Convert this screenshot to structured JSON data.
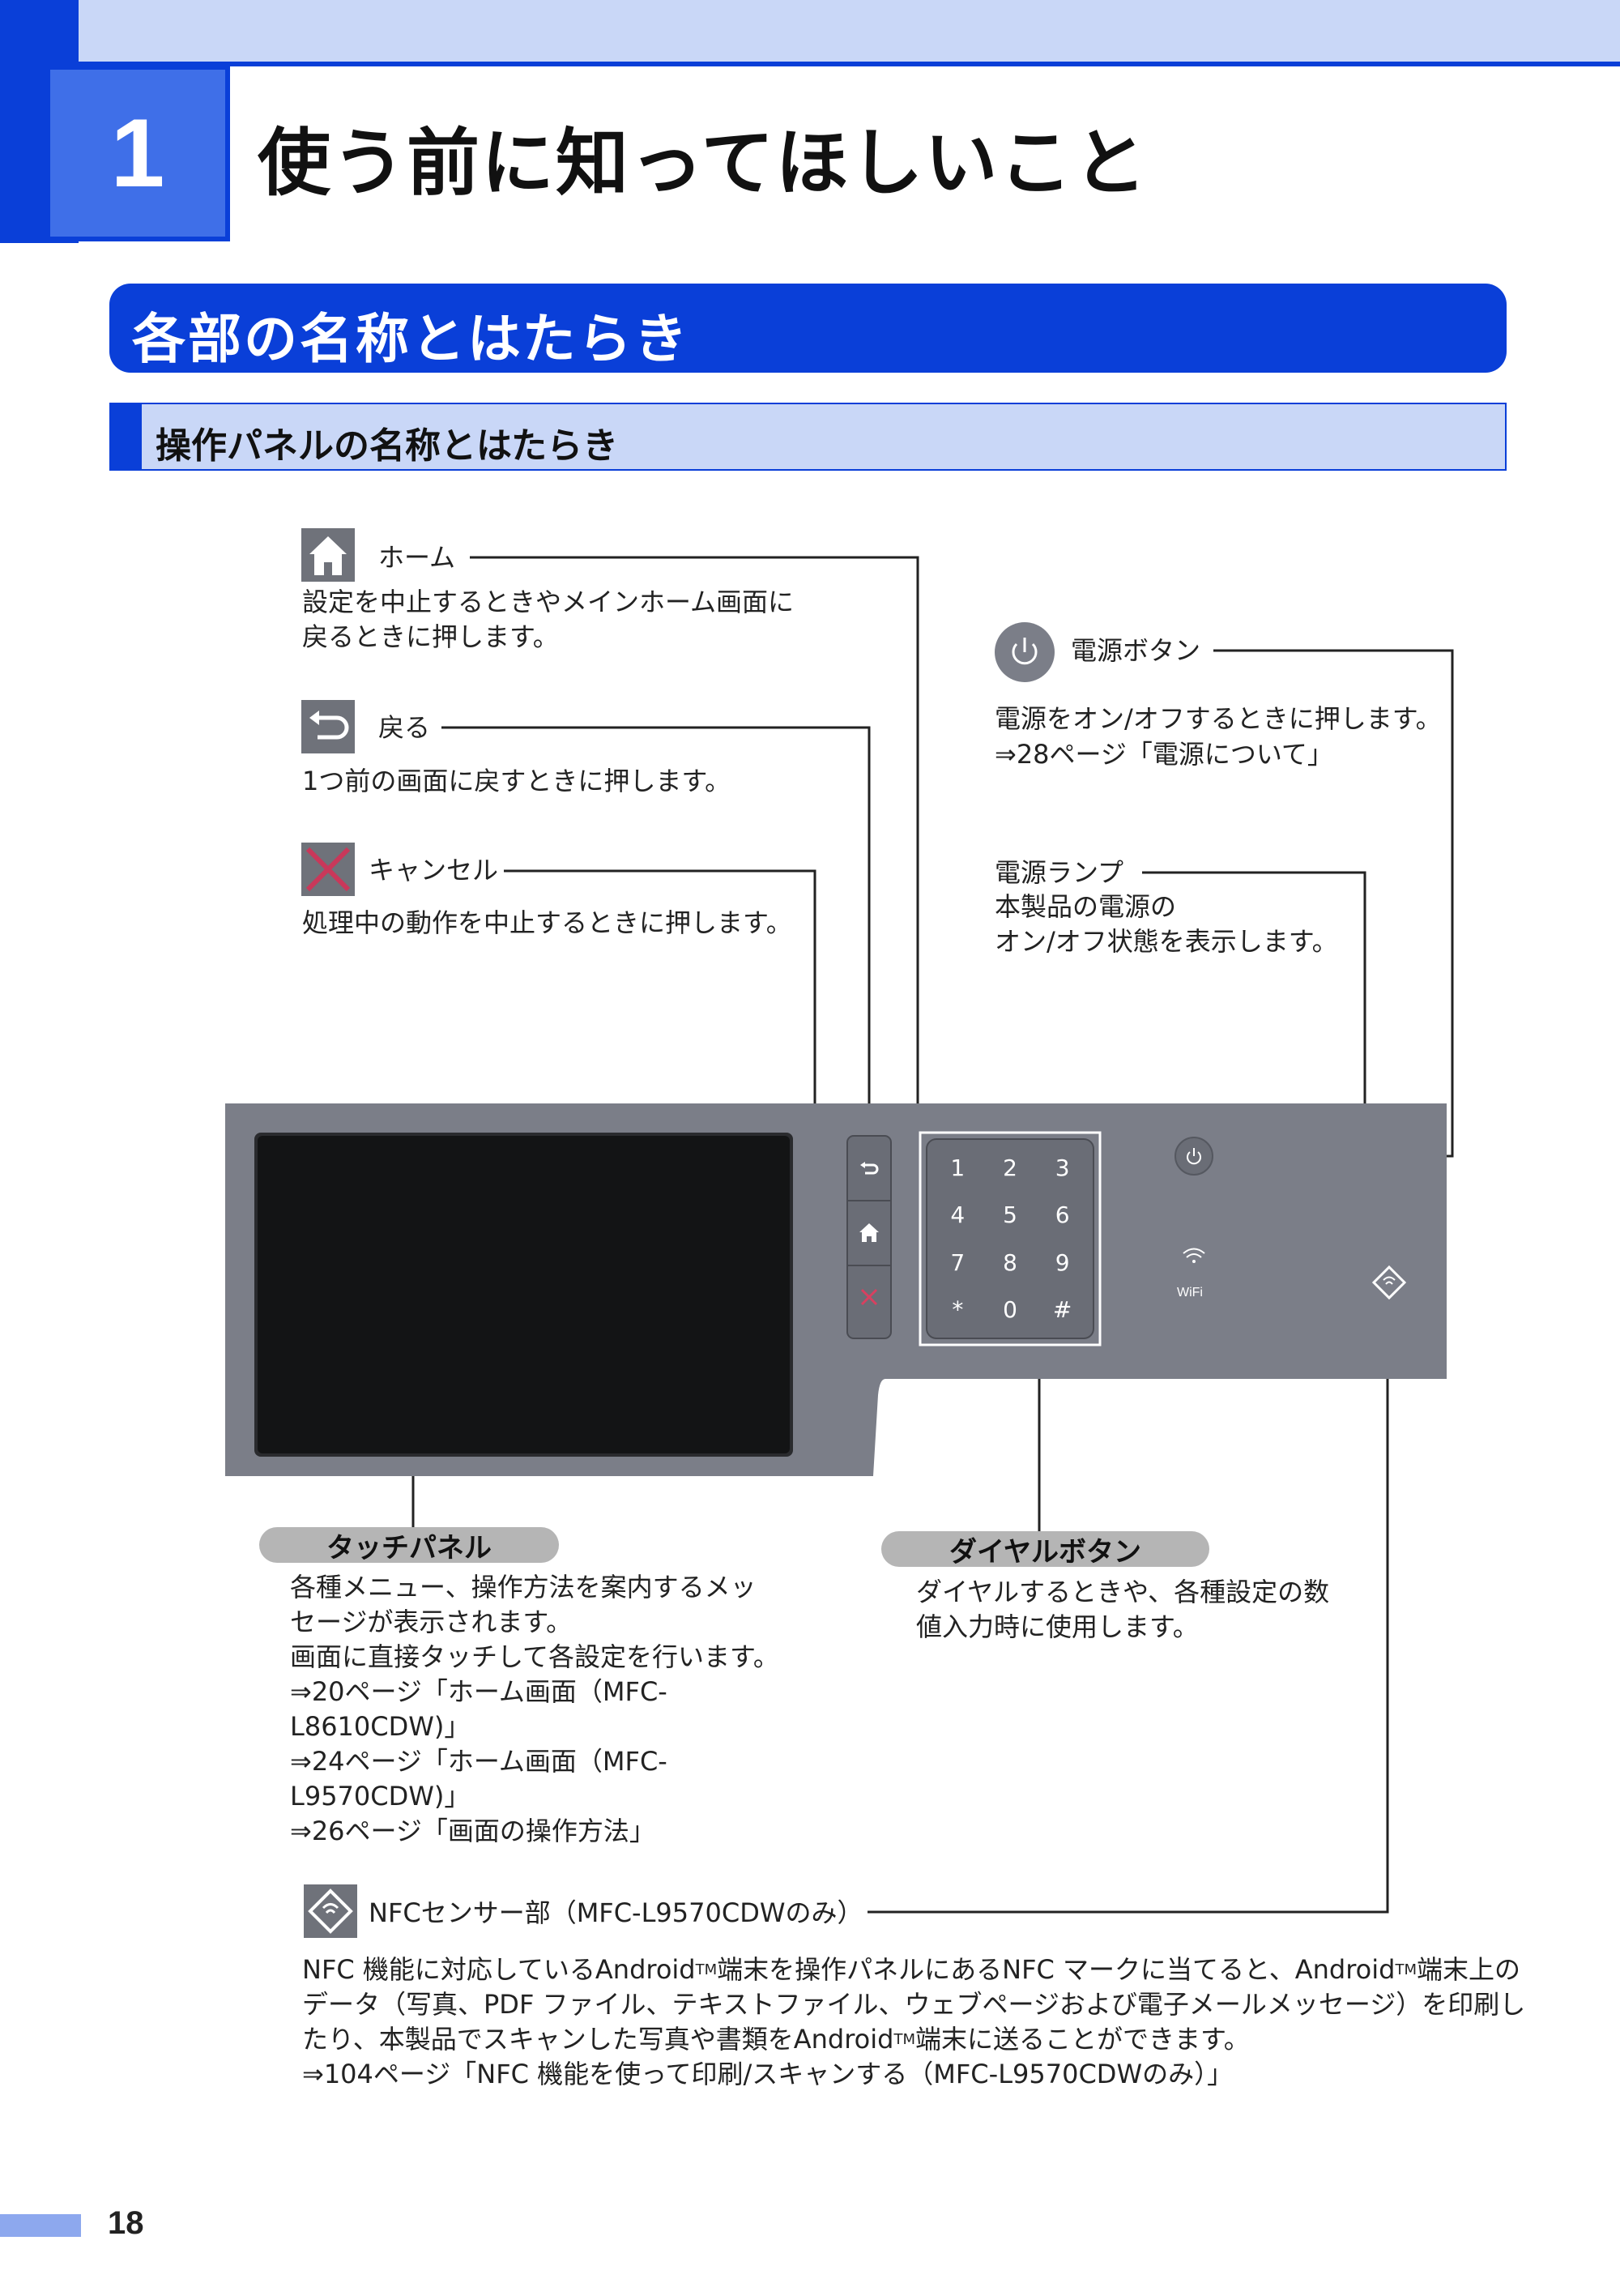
{
  "chapter": {
    "number": "1",
    "title": "使う前に知ってほしいこと"
  },
  "section": {
    "title": "各部の名称とはたらき"
  },
  "subsection": {
    "title": "操作パネルの名称とはたらき"
  },
  "home": {
    "label": "ホーム",
    "desc": [
      "設定を中止するときやメインホーム画面に",
      "戻るときに押します。"
    ]
  },
  "back": {
    "label": "戻る",
    "desc": [
      "1つ前の画面に戻すときに押します。"
    ]
  },
  "cancel": {
    "label": "キャンセル",
    "desc": [
      "処理中の動作を中止するときに押します。"
    ]
  },
  "power_button": {
    "label": "電源ボタン",
    "desc": [
      "電源をオン/オフするときに押します。",
      "⇒28ページ「電源について」"
    ]
  },
  "power_lamp": {
    "label": "電源ランプ",
    "desc": [
      "本製品の電源の",
      "オン/オフ状態を表示します。"
    ]
  },
  "keypad": {
    "keys": [
      "1",
      "2",
      "3",
      "4",
      "5",
      "6",
      "7",
      "8",
      "9",
      "*",
      "0",
      "#"
    ]
  },
  "wifi_label": "WiFi",
  "touch_panel": {
    "label": "タッチパネル",
    "desc": [
      "各種メニュー、操作方法を案内するメッ",
      "セージが表示されます。",
      "画面に直接タッチして各設定を行います。",
      "⇒20ページ「ホーム画面（MFC-",
      "L8610CDW)」",
      "⇒24ページ「ホーム画面（MFC-",
      "L9570CDW)」",
      "⇒26ページ「画面の操作方法」"
    ]
  },
  "dial_button": {
    "label": "ダイヤルボタン",
    "desc": [
      "ダイヤルするときや、各種設定の数",
      "値入力時に使用します。"
    ]
  },
  "nfc": {
    "label": "NFCセンサー部（MFC-L9570CDWのみ）",
    "line1_a": "NFC 機能に対応しているAndroid",
    "tm": "TM",
    "line1_b": "端末を操作パネルにあるNFC マークに当てると、Android",
    "line1_c": "端末上の",
    "line2": "データ（写真、PDF ファイル、テキストファイル、ウェブページおよび電子メールメッセージ）を印刷し",
    "line3_a": "たり、本製品でスキャンした写真や書類をAndroid",
    "line3_b": "端末に送ることができます。",
    "line4": "⇒104ページ「NFC 機能を使って印刷/スキャンする（MFC-L9570CDWのみ）」"
  },
  "page_number": "18",
  "colors": {
    "accent": "#0a3fd8",
    "light_accent": "#c9d7f7",
    "panel_gray": "#7b7e88"
  }
}
